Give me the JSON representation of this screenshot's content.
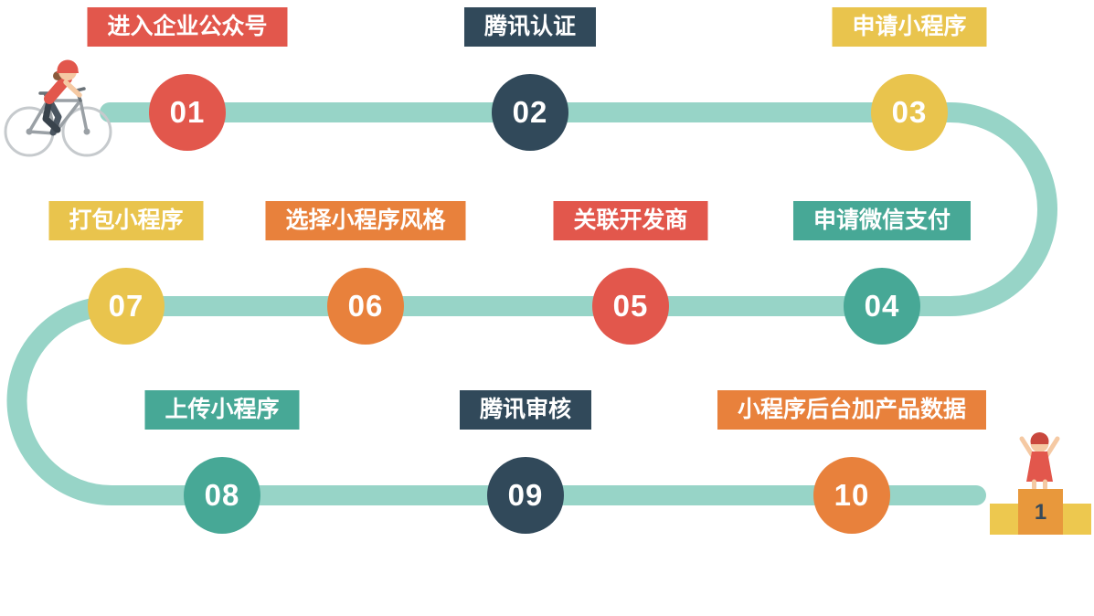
{
  "colors": {
    "path": "#97d4c7",
    "red": "#e2574c",
    "dark": "#31495a",
    "yellow": "#e9c44d",
    "orange": "#e8813c",
    "teal": "#47a896"
  },
  "steps": [
    {
      "num": "01",
      "label": "进入企业公众号",
      "color": "#e2574c"
    },
    {
      "num": "02",
      "label": "腾讯认证",
      "color": "#31495a"
    },
    {
      "num": "03",
      "label": "申请小程序",
      "color": "#e9c44d"
    },
    {
      "num": "04",
      "label": "申请微信支付",
      "color": "#47a896"
    },
    {
      "num": "05",
      "label": "关联开发商",
      "color": "#e2574c"
    },
    {
      "num": "06",
      "label": "选择小程序风格",
      "color": "#e8813c"
    },
    {
      "num": "07",
      "label": "打包小程序",
      "color": "#e9c44d"
    },
    {
      "num": "08",
      "label": "上传小程序",
      "color": "#47a896"
    },
    {
      "num": "09",
      "label": "腾讯审核",
      "color": "#31495a"
    },
    {
      "num": "10",
      "label": "小程序后台加产品数据",
      "color": "#e8813c"
    }
  ],
  "decorations": {
    "podium_rank": "1"
  }
}
